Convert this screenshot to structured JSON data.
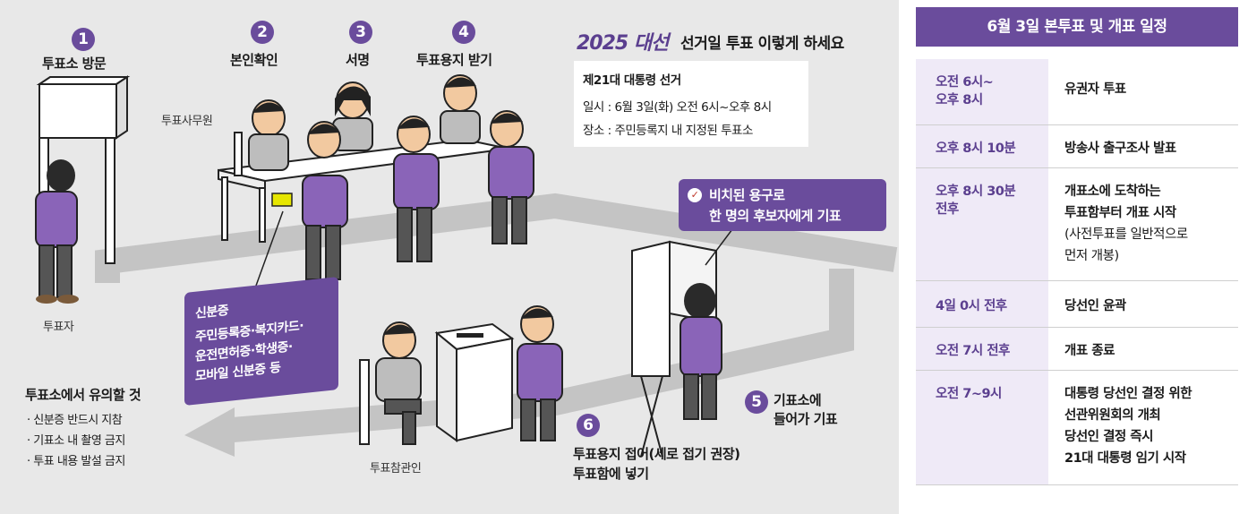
{
  "steps": [
    {
      "num": "1",
      "label": "투표소 방문"
    },
    {
      "num": "2",
      "label": "본인확인"
    },
    {
      "num": "3",
      "label": "서명"
    },
    {
      "num": "4",
      "label": "투표용지 받기"
    },
    {
      "num": "5",
      "label_line1": "기표소에",
      "label_line2": "들어가 기표"
    },
    {
      "num": "6",
      "label_line1": "투표용지 접어(세로 접기 권장)",
      "label_line2": "투표함에 넣기"
    }
  ],
  "labels": {
    "staff": "투표사무원",
    "voter": "투표자",
    "observer": "투표참관인"
  },
  "title": {
    "year": "2025 대선",
    "rest": "선거일 투표 이렇게 하세요"
  },
  "info": {
    "heading": "제21대 대통령 선거",
    "datetime": "일시 : 6월 3일(화) 오전 6시~오후 8시",
    "place": "장소 : 주민등록지 내 지정된 투표소"
  },
  "callout_stamp": {
    "icon": "stamp-icon",
    "line1": "비치된 용구로",
    "line2": "한 명의 후보자에게 기표"
  },
  "callout_id": {
    "line1": "신분증",
    "line2": "주민등록증·복지카드·",
    "line3": "운전면허증·학생증·",
    "line4": "모바일 신분증 등"
  },
  "notes": {
    "title": "투표소에서 유의할 것",
    "items": [
      "· 신분증 반드시 지참",
      "· 기표소 내 촬영 금지",
      "· 투표 내용 발설 금지"
    ]
  },
  "schedule": {
    "header": "6월 3일 본투표 및 개표 일정",
    "rows": [
      {
        "time": [
          "오전 6시~",
          "오후 8시"
        ],
        "desc": [
          "유권자 투표"
        ]
      },
      {
        "time": [
          "오후 8시 10분"
        ],
        "desc": [
          "방송사 출구조사 발표"
        ]
      },
      {
        "time": [
          "오후 8시 30분",
          "전후"
        ],
        "desc": [
          "개표소에 도착하는",
          "투표함부터 개표 시작",
          "(사전투표를 일반적으로",
          "먼저 개봉)"
        ]
      },
      {
        "time": [
          "4일 0시 전후"
        ],
        "desc": [
          "당선인 윤곽"
        ]
      },
      {
        "time": [
          "오전 7시 전후"
        ],
        "desc": [
          "개표 종료"
        ]
      },
      {
        "time": [
          "오전 7~9시"
        ],
        "desc": [
          "대통령 당선인 결정 위한",
          "선관위원회의 개최",
          "당선인 결정 즉시",
          "21대 대통령 임기 시작"
        ]
      }
    ]
  },
  "colors": {
    "accent": "#6a4c9c",
    "panel": "#e8e8e8",
    "arrow": "#bfbfbf",
    "time_bg": "#efeaf7"
  }
}
